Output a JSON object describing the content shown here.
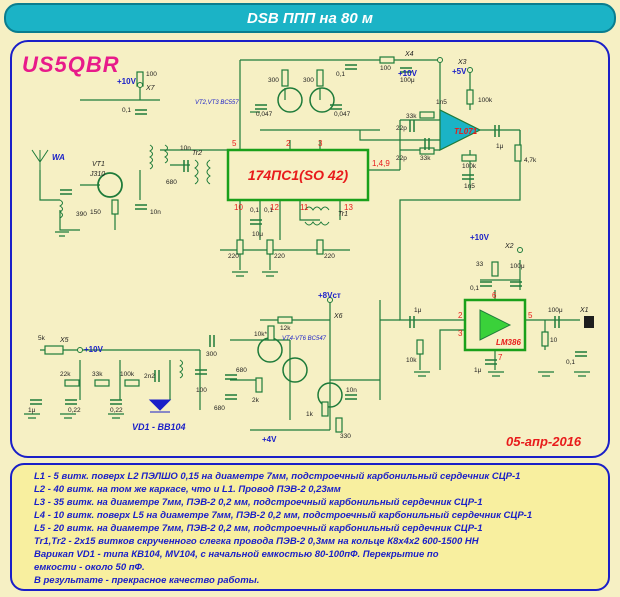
{
  "title": "DSB ППП на 80 м",
  "callsign": "US5QBR",
  "date": "05-апр-2016",
  "diode_note": "VD1 - BB104",
  "ic": {
    "main": "174ПС1(SO 42)",
    "opamp": "TL071",
    "amp": "LM386",
    "pin_149": "1,4,9"
  },
  "colors": {
    "title_bg": "#1bb3c6",
    "panel_border": "#1a1fc8",
    "wire": "#1e7b3a",
    "ic_border": "#1aa01a",
    "ic_text": "#e81b1b",
    "label": "#1a1fc8",
    "red": "#e81b1b",
    "background": "#f6f0c4"
  },
  "labels": {
    "wa": "WA",
    "vt1": "VT1",
    "j310": "J310",
    "vt23": "VT2,VT3 BC557",
    "vt46": "VT4-VT6 BC547",
    "plus10": "+10V",
    "plus5": "+5V",
    "plus8": "+8Vст",
    "plus4": "+4V",
    "x1": "X1",
    "x2": "X2",
    "x3": "X3",
    "x4": "X4",
    "x5": "X5",
    "x6": "X6",
    "x7": "X7",
    "tr1": "Tr1",
    "tr2": "Tr2",
    "pins": [
      "5",
      "2",
      "3",
      "10",
      "12",
      "11",
      "13",
      "6",
      "7",
      "5",
      "2",
      "3",
      "7",
      "6"
    ]
  },
  "components": {
    "R1": "150",
    "R2": "100",
    "R3": "220",
    "R4": "220",
    "R5": "220",
    "R6": "300",
    "R7": "300",
    "R8": "100",
    "R9": "33k",
    "R10": "100k",
    "R11": "100k",
    "R12": "33k",
    "R13": "4,7k",
    "R14": "10k",
    "R15": "10",
    "R16": "33",
    "R17": "2k",
    "R18": "1k",
    "R19": "330",
    "R20": "100k",
    "R21": "33k",
    "R22": "22k",
    "R23": "5k",
    "R24": "10k*",
    "R25": "12k",
    "C1": "390",
    "C2": "10n",
    "C3": "0,1",
    "C4": "0,1",
    "C5": "0,1",
    "C6": "10μ",
    "C7": "0,047",
    "C8": "0,047",
    "C9": "0,1",
    "C10": "100μ",
    "C11": "22p",
    "C12": "22p",
    "C13": "1μ",
    "C14": "1μ",
    "C15": "1μ",
    "C16": "0,1",
    "C17": "100μ",
    "C18": "0,1",
    "C19": "100μ",
    "C20": "100",
    "C21": "300",
    "C22": "680",
    "C23": "680",
    "C24": "2n2",
    "C25": "0,22",
    "C26": "0,22",
    "C27": "1μ",
    "C28": "10n",
    "C29": "1n5",
    "C30": "1n5",
    "C31": "680",
    "C32": "10n"
  },
  "notes": [
    "L1 - 5 витк. поверх L2 ПЭЛШО 0,15 на диаметре 7мм, подстроечный карбонильный сердечник СЦР-1",
    "L2 - 40 витк. на том же каркасе, что и L1. Провод ПЭВ-2 0,23мм",
    "L3 - 35 витк. на диаметре 7мм, ПЭВ-2 0,2 мм,  подстроечный карбонильный сердечник СЦР-1",
    "L4 - 10 витк. поверх L5 на диаметре 7мм, ПЭВ-2 0,2 мм,  подстроечный карбонильный сердечник СЦР-1",
    "L5 - 20 витк. на диаметре 7мм, ПЭВ-2 0,2 мм,  подстроечный карбонильный сердечник СЦР-1",
    "Tr1,Tr2 - 2х15 витков скрученного слегка провода ПЭВ-2  0,3мм на кольце К8х4х2 600-1500 НН",
    "Варикап VD1 - типа КВ104, MV104, с начальной емкостью 80-100пФ. Перекрытие по",
    "емкости - около 50 пФ.",
    "В результате - прекрасное качество работы."
  ]
}
